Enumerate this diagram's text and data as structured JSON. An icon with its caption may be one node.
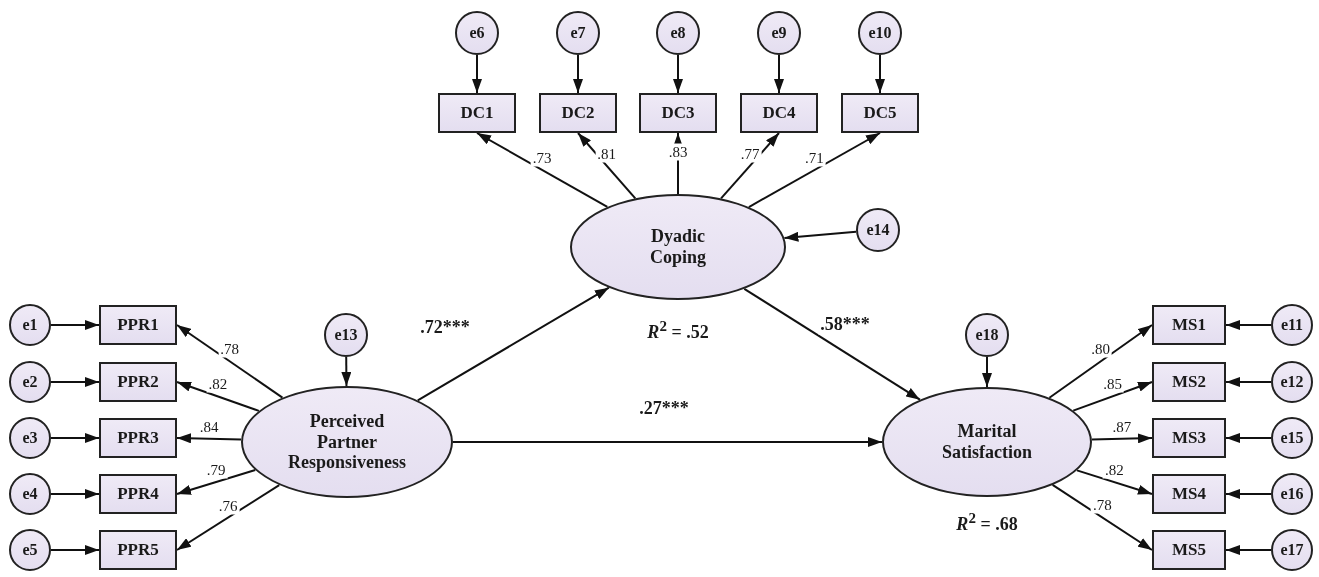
{
  "diagram": {
    "nodes": [
      {
        "text": [
          "e6"
        ]
      },
      {
        "text": [
          "e7"
        ]
      },
      {
        "text": [
          "e8"
        ]
      },
      {
        "text": [
          "e9"
        ]
      },
      {
        "text": [
          "e10"
        ]
      },
      {
        "text": [
          "DC1"
        ]
      },
      {
        "text": [
          "DC2"
        ]
      },
      {
        "text": [
          "DC3"
        ]
      },
      {
        "text": [
          "DC4"
        ]
      },
      {
        "text": [
          "DC5"
        ]
      },
      {
        "text": [
          "Dyadic Coping"
        ],
        "beside": [
          "*R*$^{2}$ = .52"
        ]
      },
      {
        "text": [
          "e14"
        ]
      },
      {
        "text": [
          "e13"
        ]
      },
      {
        "text": [
          "e18"
        ]
      },
      {
        "text": [
          "e1"
        ]
      },
      {
        "text": [
          "e2"
        ]
      },
      {
        "text": [
          "e3"
        ]
      },
      {
        "text": [
          "e4"
        ]
      },
      {
        "text": [
          "e5"
        ]
      },
      {
        "text": [
          "PPR1"
        ]
      },
      {
        "text": [
          "PPR2"
        ]
      },
      {
        "text": [
          "PPR3"
        ]
      },
      {
        "text": [
          "PPR4"
        ]
      },
      {
        "text": [
          "PPR5"
        ]
      },
      {
        "text": [
          "Perceived Partner Responsiveness"
        ]
      },
      {
        "text": [
          "Marital Satisfaction"
        ],
        "beside": [
          "*R*$^{2}$ = .68"
        ]
      },
      {
        "text": [
          "MS1"
        ]
      },
      {
        "text": [
          "MS2"
        ]
      },
      {
        "text": [
          "MS3"
        ]
      },
      {
        "text": [
          "MS4"
        ]
      },
      {
        "text": [
          "MS5"
        ]
      },
      {
        "text": [
          "e11"
        ]
      },
      {
        "text": [
          "e12"
        ]
      },
      {
        "text": [
          "e15"
        ]
      },
      {
        "text": [
          "e16"
        ]
      },
      {
        "text": [
          "e17"
        ]
      }
    ],
    "edges": [
      {
        "from": 0,
        "to": 5,
        "arrow": "to"
      },
      {
        "from": 1,
        "to": 6,
        "arrow": "to"
      },
      {
        "from": 2,
        "to": 7,
        "arrow": "to"
      },
      {
        "from": 3,
        "to": 8,
        "arrow": "to"
      },
      {
        "from": 4,
        "to": 9,
        "arrow": "to"
      },
      {
        "from": 10,
        "to": 5,
        "arrow": "to",
        "label": ".73"
      },
      {
        "from": 10,
        "to": 6,
        "arrow": "to",
        "label": ".81"
      },
      {
        "from": 10,
        "to": 7,
        "arrow": "to",
        "label": ".83"
      },
      {
        "from": 10,
        "to": 8,
        "arrow": "to",
        "label": ".77"
      },
      {
        "from": 10,
        "to": 9,
        "arrow": "to",
        "label": ".71"
      },
      {
        "from": 11,
        "to": 10,
        "arrow": "to"
      },
      {
        "from": 14,
        "to": 19,
        "arrow": "to"
      },
      {
        "from": 15,
        "to": 20,
        "arrow": "to"
      },
      {
        "from": 16,
        "to": 21,
        "arrow": "to"
      },
      {
        "from": 17,
        "to": 22,
        "arrow": "to"
      },
      {
        "from": 18,
        "to": 23,
        "arrow": "to"
      },
      {
        "from": 24,
        "to": 19,
        "arrow": "to",
        "label": ".78"
      },
      {
        "from": 24,
        "to": 20,
        "arrow": "to",
        "label": ".82"
      },
      {
        "from": 24,
        "to": 21,
        "arrow": "to",
        "label": ".84"
      },
      {
        "from": 24,
        "to": 22,
        "arrow": "to",
        "label": ".79"
      },
      {
        "from": 24,
        "to": 23,
        "arrow": "to",
        "label": ".76"
      },
      {
        "from": 12,
        "to": 24,
        "arrow": "to"
      },
      {
        "from": 24,
        "to": 10,
        "arrow": "to",
        "label": ".72***"
      },
      {
        "from": 10,
        "to": 25,
        "arrow": "to",
        "label": ".58***"
      },
      {
        "from": 24,
        "to": 25,
        "arrow": "to",
        "label": ".27***"
      },
      {
        "from": 13,
        "to": 25,
        "arrow": "to"
      },
      {
        "from": 25,
        "to": 26,
        "arrow": "to",
        "label": ".80"
      },
      {
        "from": 25,
        "to": 27,
        "arrow": "to",
        "label": ".85"
      },
      {
        "from": 25,
        "to": 28,
        "arrow": "to",
        "label": ".87"
      },
      {
        "from": 25,
        "to": 29,
        "arrow": "to",
        "label": ".82"
      },
      {
        "from": 25,
        "to": 30,
        "arrow": "to",
        "label": ".78"
      },
      {
        "from": 31,
        "to": 26,
        "arrow": "to"
      },
      {
        "from": 32,
        "to": 27,
        "arrow": "to"
      },
      {
        "from": 33,
        "to": 28,
        "arrow": "to"
      },
      {
        "from": 34,
        "to": 29,
        "arrow": "to"
      },
      {
        "from": 35,
        "to": 30,
        "arrow": "to"
      }
    ]
  }
}
